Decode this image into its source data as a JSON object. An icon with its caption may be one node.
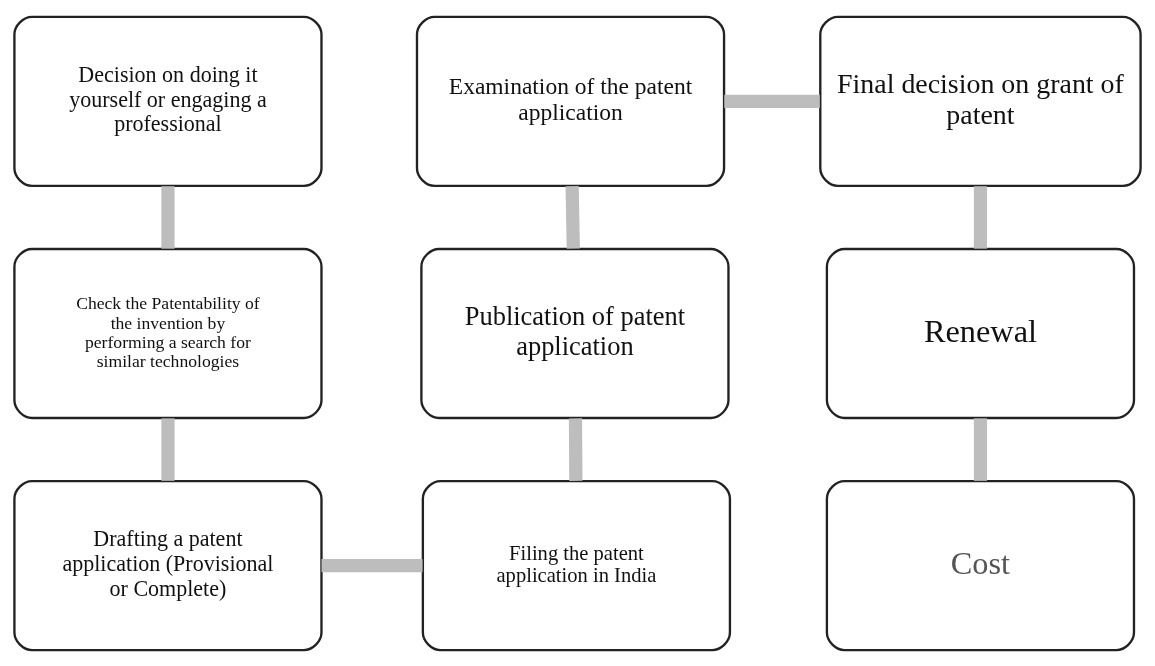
{
  "diagram": {
    "nodes": [
      {
        "text": [
          "Decision on doing it yourself or engaging a professional"
        ]
      },
      {
        "text": [
          "Check the Patentability of the invention by performing a search for similar technologies"
        ]
      },
      {
        "text": [
          "Drafting a patent application (Provisional or Complete)"
        ]
      },
      {
        "text": [
          "Filing the patent application in India"
        ]
      },
      {
        "text": [
          "Publication of patent application"
        ]
      },
      {
        "text": [
          "Examination of the patent application"
        ]
      },
      {
        "text": [
          "Final decision on grant of patent"
        ]
      },
      {
        "text": [
          "Renewal"
        ]
      },
      {
        "text": [
          "Cost"
        ]
      }
    ],
    "edges": [
      {
        "from": 0,
        "to": 1,
        "arrow": "none"
      },
      {
        "from": 1,
        "to": 2,
        "arrow": "none"
      },
      {
        "from": 2,
        "to": 3,
        "arrow": "none"
      },
      {
        "from": 3,
        "to": 4,
        "arrow": "none"
      },
      {
        "from": 4,
        "to": 5,
        "arrow": "none"
      },
      {
        "from": 5,
        "to": 6,
        "arrow": "none"
      },
      {
        "from": 6,
        "to": 7,
        "arrow": "none"
      },
      {
        "from": 7,
        "to": 8,
        "arrow": "none"
      }
    ]
  }
}
